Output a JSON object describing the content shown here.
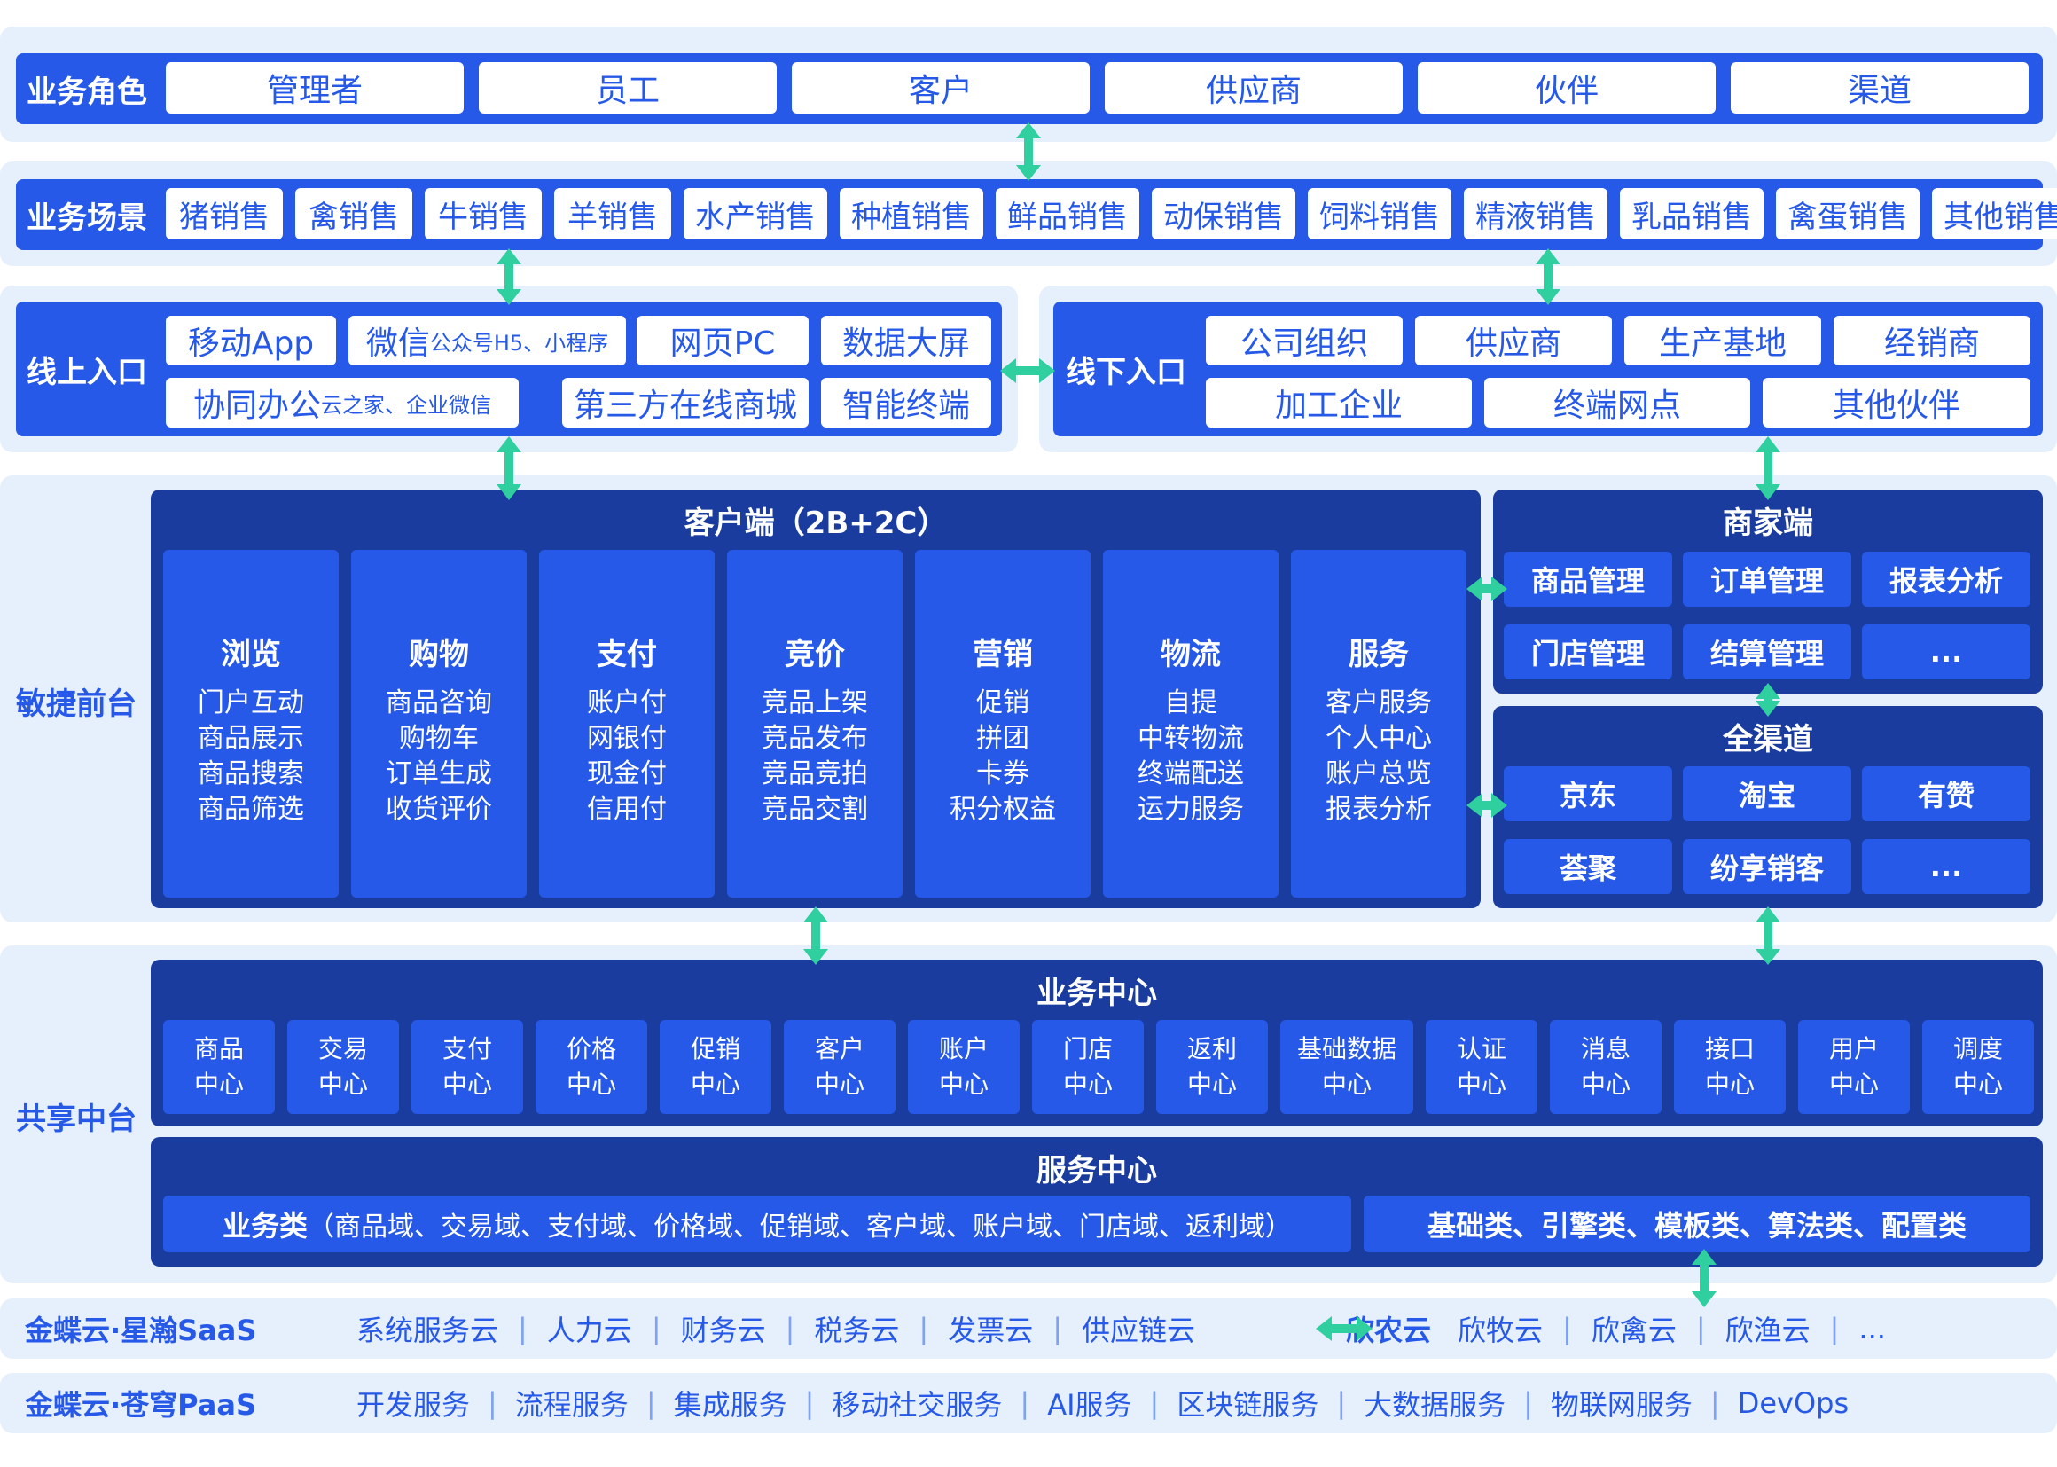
{
  "roles": {
    "label": "业务角色",
    "items": [
      "管理者",
      "员工",
      "客户",
      "供应商",
      "伙伴",
      "渠道"
    ]
  },
  "scenes": {
    "label": "业务场景",
    "items": [
      "猪销售",
      "禽销售",
      "牛销售",
      "羊销售",
      "水产销售",
      "种植销售",
      "鲜品销售",
      "动保销售",
      "饲料销售",
      "精液销售",
      "乳品销售",
      "禽蛋销售",
      "其他销售"
    ]
  },
  "online": {
    "label": "线上入口",
    "mobile_app": "移动App",
    "wechat": "微信",
    "wechat_sub": "公众号H5、小程序",
    "web_pc": "网页PC",
    "big_screen": "数据大屏",
    "collab": "协同办公",
    "collab_sub": "云之家、企业微信",
    "third_party": "第三方在线商城",
    "smart_terminal": "智能终端"
  },
  "offline": {
    "label": "线下入口",
    "row1": [
      "公司组织",
      "供应商",
      "生产基地",
      "经销商"
    ],
    "row2": [
      "加工企业",
      "终端网点",
      "其他伙伴"
    ]
  },
  "agile": {
    "label": "敏捷前台",
    "client_title": "客户端（2B+2C）",
    "columns": [
      {
        "title": "浏览",
        "items": [
          "门户互动",
          "商品展示",
          "商品搜索",
          "商品筛选"
        ]
      },
      {
        "title": "购物",
        "items": [
          "商品咨询",
          "购物车",
          "订单生成",
          "收货评价"
        ]
      },
      {
        "title": "支付",
        "items": [
          "账户付",
          "网银付",
          "现金付",
          "信用付"
        ]
      },
      {
        "title": "竞价",
        "items": [
          "竞品上架",
          "竞品发布",
          "竞品竞拍",
          "竞品交割"
        ]
      },
      {
        "title": "营销",
        "items": [
          "促销",
          "拼团",
          "卡券",
          "积分权益"
        ]
      },
      {
        "title": "物流",
        "items": [
          "自提",
          "中转物流",
          "终端配送",
          "运力服务"
        ]
      },
      {
        "title": "服务",
        "items": [
          "客户服务",
          "个人中心",
          "账户总览",
          "报表分析"
        ]
      }
    ],
    "merchant": {
      "title": "商家端",
      "items": [
        "商品管理",
        "订单管理",
        "报表分析",
        "门店管理",
        "结算管理",
        "..."
      ]
    },
    "channels": {
      "title": "全渠道",
      "items": [
        "京东",
        "淘宝",
        "有赞",
        "荟聚",
        "纷享销客",
        "..."
      ]
    }
  },
  "shared": {
    "label": "共享中台",
    "business_title": "业务中心",
    "centers": [
      [
        "商品",
        "中心"
      ],
      [
        "交易",
        "中心"
      ],
      [
        "支付",
        "中心"
      ],
      [
        "价格",
        "中心"
      ],
      [
        "促销",
        "中心"
      ],
      [
        "客户",
        "中心"
      ],
      [
        "账户",
        "中心"
      ],
      [
        "门店",
        "中心"
      ],
      [
        "返利",
        "中心"
      ],
      [
        "基础数据",
        "中心"
      ],
      [
        "认证",
        "中心"
      ],
      [
        "消息",
        "中心"
      ],
      [
        "接口",
        "中心"
      ],
      [
        "用户",
        "中心"
      ],
      [
        "调度",
        "中心"
      ]
    ],
    "service_title": "服务中心",
    "service_business_bold": "业务类",
    "service_business_rest": "（商品域、交易域、支付域、价格域、促销域、客户域、账户域、门店域、返利域）",
    "service_basic": "基础类、引擎类、模板类、算法类、配置类"
  },
  "saas": {
    "label": "金蝶云·星瀚SaaS",
    "left_items": [
      "系统服务云",
      "人力云",
      "财务云",
      "税务云",
      "发票云",
      "供应链云"
    ],
    "right_head": "欣农云",
    "right_items": [
      "欣牧云",
      "欣禽云",
      "欣渔云",
      "..."
    ]
  },
  "paas": {
    "label": "金蝶云·苍穹PaaS",
    "items": [
      "开发服务",
      "流程服务",
      "集成服务",
      "移动社交服务",
      "AI服务",
      "区块链服务",
      "大数据服务",
      "物联网服务",
      "DevOps"
    ]
  },
  "colors": {
    "primary": "#2659e8",
    "navy": "#1a3c9e",
    "band": "#e6effc",
    "arrow": "#2fcf9f"
  }
}
